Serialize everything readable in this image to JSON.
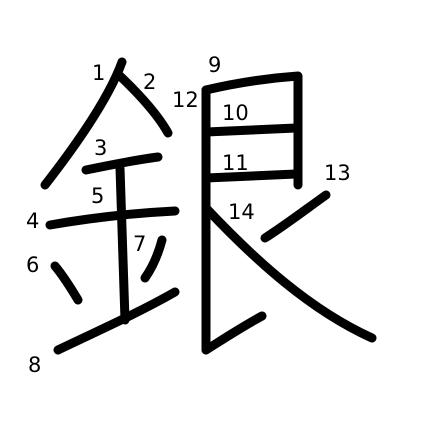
{
  "character": "銀",
  "stroke_color": "#000000",
  "background_color": "#ffffff",
  "stroke_numbers": [
    "1",
    "2",
    "3",
    "4",
    "5",
    "6",
    "7",
    "8",
    "9",
    "10",
    "11",
    "12",
    "13",
    "14"
  ]
}
